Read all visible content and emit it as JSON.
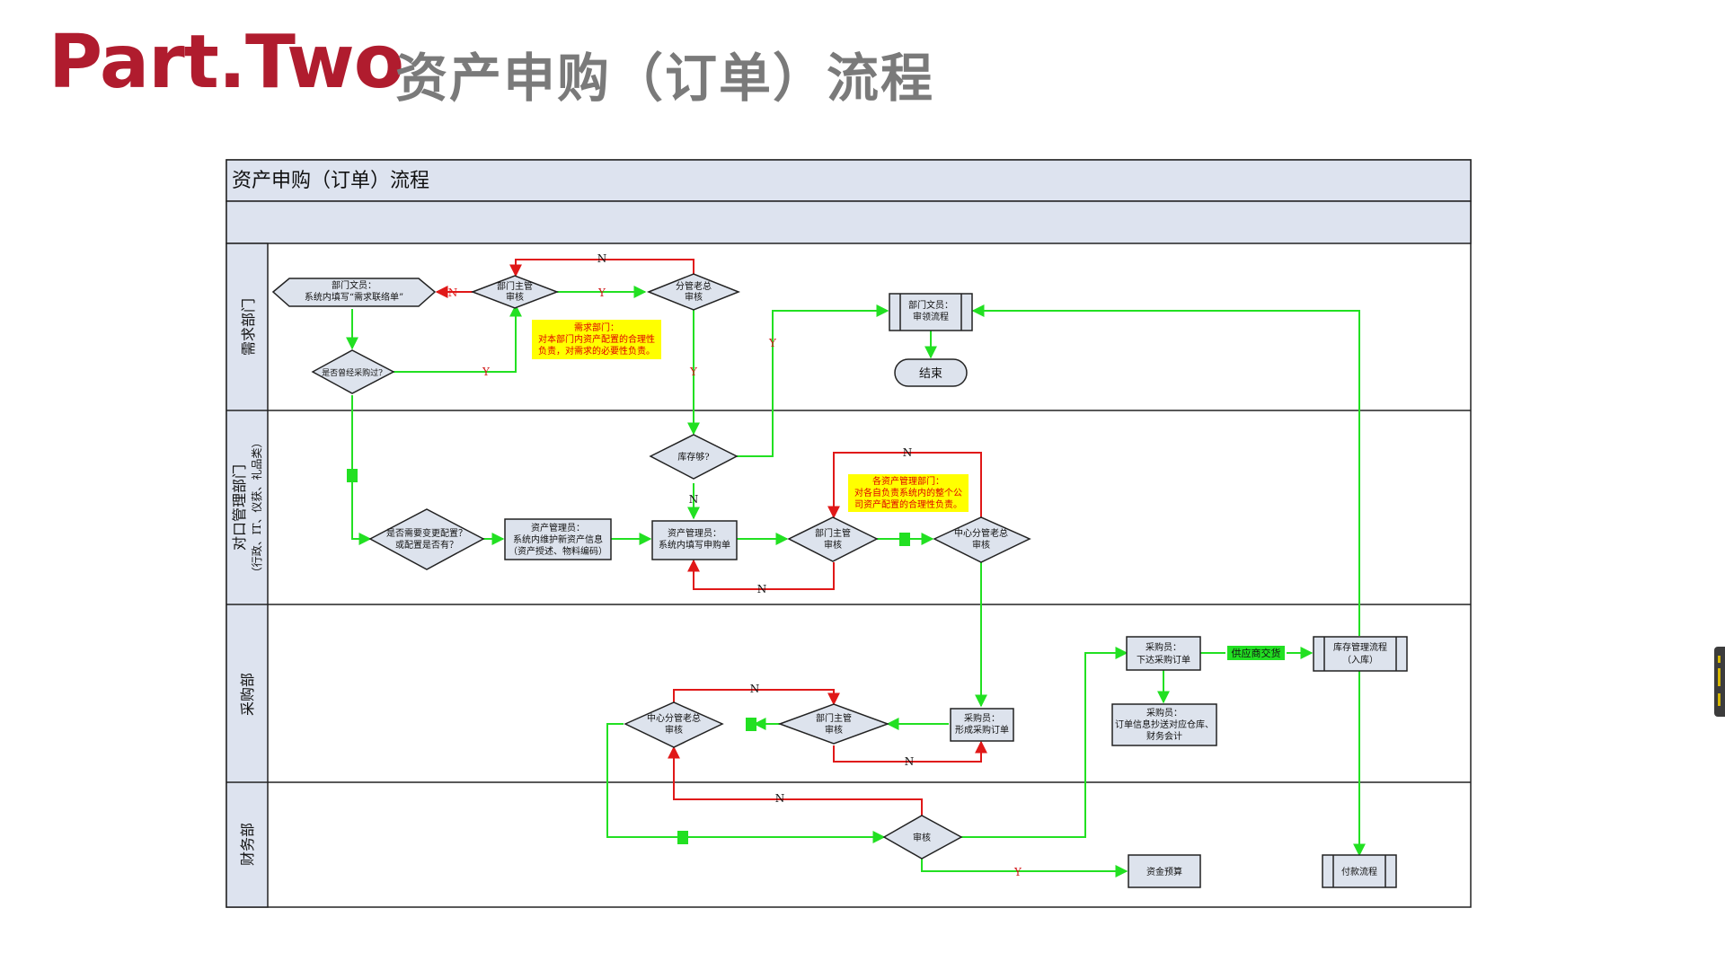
{
  "header": {
    "part": "Part.Two",
    "title": "资产申购（订单）流程"
  },
  "diagram": {
    "title": "资产申购（订单）流程",
    "lanes": [
      {
        "id": "demand",
        "label": "需求部门"
      },
      {
        "id": "mgmt",
        "label": "对口管理部门",
        "sublabel": "（行政、IT、仪获、礼品类）"
      },
      {
        "id": "purchase",
        "label": "采购部"
      },
      {
        "id": "finance",
        "label": "财务部"
      }
    ],
    "nodes": {
      "clerk_fill": [
        "部门文员：",
        "系统内填写“需求联络单”"
      ],
      "dept_review_1": [
        "部门主管",
        "审核"
      ],
      "div_review_1": [
        "分管老总",
        "审核"
      ],
      "is_purchased": [
        "是否曾经采购过?"
      ],
      "note_demand": [
        "需求部门：",
        "对本部门内资产配置的合理性",
        "负责，对需求的必要性负责。"
      ],
      "clerk_receive": [
        "部门文员：",
        "审领流程"
      ],
      "end": [
        "结束"
      ],
      "stock_enough": [
        "库存够?"
      ],
      "need_change": [
        "是否需要变更配置？",
        "或配置是否有？"
      ],
      "asset_admin_new": [
        "资产管理员：",
        "系统内维护新资产信息",
        "（资产授述、物料编码）"
      ],
      "asset_admin_apply": [
        "资产管理员：",
        "系统内填写申购单"
      ],
      "dept_review_2": [
        "部门主管",
        "审核"
      ],
      "center_review_1": [
        "中心分管老总",
        "审核"
      ],
      "note_mgmt": [
        "各资产管理部门：",
        "对各自负责系统内的整个公",
        "司资产配置的合理性负责。"
      ],
      "buyer_issue": [
        "采购员：",
        "下达采购订单"
      ],
      "supplier_deliver": [
        "供应商交货"
      ],
      "inventory_flow": [
        "库存管理流程",
        "（入库）"
      ],
      "buyer_copy": [
        "采购员：",
        "订单信息抄送对应仓库、",
        "财务会计"
      ],
      "center_review_2": [
        "中心分管老总",
        "审核"
      ],
      "dept_review_3": [
        "部门主管",
        "审核"
      ],
      "buyer_form": [
        "采购员：",
        "形成采购订单"
      ],
      "fin_review": [
        "审核"
      ],
      "fund_budget": [
        "资金预算"
      ],
      "payment_flow": [
        "付款流程"
      ]
    },
    "edge_labels": {
      "yes": "Y",
      "no": "N"
    },
    "colors": {
      "yes_line": "#22e022",
      "no_line": "#e01818",
      "node_fill": "#dde3ed",
      "note_fill": "#ffff00",
      "note_text": "#e00000",
      "header_fill": "#dde3ef",
      "lane_fill": "#dde3ef"
    }
  }
}
